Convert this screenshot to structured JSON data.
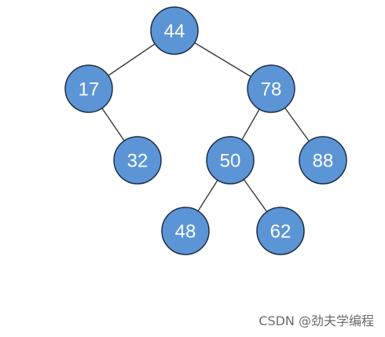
{
  "tree": {
    "node_color": "#5b95d6",
    "edge_color": "#3a3a3a",
    "label_color": "#ffffff",
    "nodes": [
      {
        "id": "n44",
        "label": "44",
        "parent": null
      },
      {
        "id": "n17",
        "label": "17",
        "parent": "n44"
      },
      {
        "id": "n78",
        "label": "78",
        "parent": "n44"
      },
      {
        "id": "n32",
        "label": "32",
        "parent": "n17"
      },
      {
        "id": "n50",
        "label": "50",
        "parent": "n78"
      },
      {
        "id": "n88",
        "label": "88",
        "parent": "n78"
      },
      {
        "id": "n48",
        "label": "48",
        "parent": "n50"
      },
      {
        "id": "n62",
        "label": "62",
        "parent": "n50"
      }
    ]
  },
  "watermark": {
    "text": "CSDN @劲夫学编程"
  }
}
